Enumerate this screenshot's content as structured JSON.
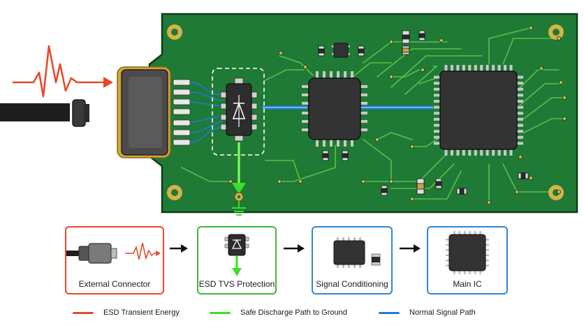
{
  "stages": [
    {
      "label": "External Connector",
      "color": "#e64a2b",
      "icon": "connector-icon"
    },
    {
      "label": "ESD TVS Protection",
      "color": "#3fb83a",
      "icon": "tvs-diode-icon"
    },
    {
      "label": "Signal Conditioning",
      "color": "#2f86d8",
      "icon": "chip-icon"
    },
    {
      "label": "Main IC",
      "color": "#2f86d8",
      "icon": "processor-icon"
    }
  ],
  "legend": [
    {
      "label": "ESD Transient Energy",
      "color": "#e64a2b"
    },
    {
      "label": "Safe Discharge Path to Ground",
      "color": "#3fdc2a"
    },
    {
      "label": "Normal Signal Path",
      "color": "#1f7ae0"
    }
  ],
  "colors": {
    "pcb": "#1f7a35",
    "pcb_edge": "#0f3d1a",
    "trace": "#56c24a",
    "esd": "#e64a2b",
    "ground": "#3fdc2a",
    "signal": "#1f7ae0",
    "chip": "#3a3a3a",
    "pad": "#c8a24a"
  }
}
